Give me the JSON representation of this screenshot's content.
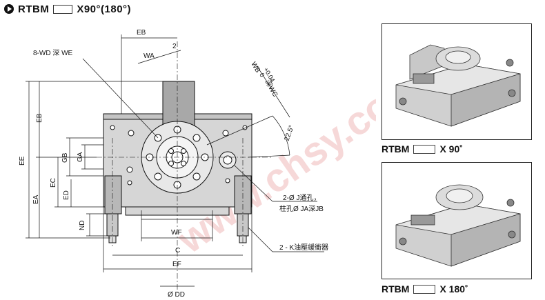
{
  "header": {
    "series": "RTBM",
    "variant": "X90°(180°)"
  },
  "drawing": {
    "labels": {
      "eb_top": "EB",
      "wd_depth": "8-WD 深 WE",
      "wa": "WA",
      "two": "2",
      "wb": "WB",
      "wb_tol": "+0.04",
      "wb_tol2": "0",
      "wc": "深WC",
      "angle": "22.5°",
      "eb_side": "EB",
      "ee": "EE",
      "gb": "GB",
      "ga": "GA",
      "ec": "EC",
      "ea": "EA",
      "ed": "ED",
      "nd": "ND",
      "wf": "WF",
      "c": "C",
      "ef": "EF",
      "dd": "Ø DD",
      "hole1": "2-Ø J通孔，",
      "hole2": "柱孔Ø JA深JB",
      "buffer": "2 - K油壓緩衝器"
    }
  },
  "panels": {
    "top_caption_series": "RTBM",
    "top_caption_angle": "X 90˚",
    "bottom_caption_series": "RTBM",
    "bottom_caption_angle": "X 180˚"
  },
  "watermark": "www.chsy.com",
  "colors": {
    "body_fill": "#d8d8d8",
    "body_dark": "#a8a8a8",
    "line": "#111111",
    "watermark": "#f2c8c8"
  }
}
